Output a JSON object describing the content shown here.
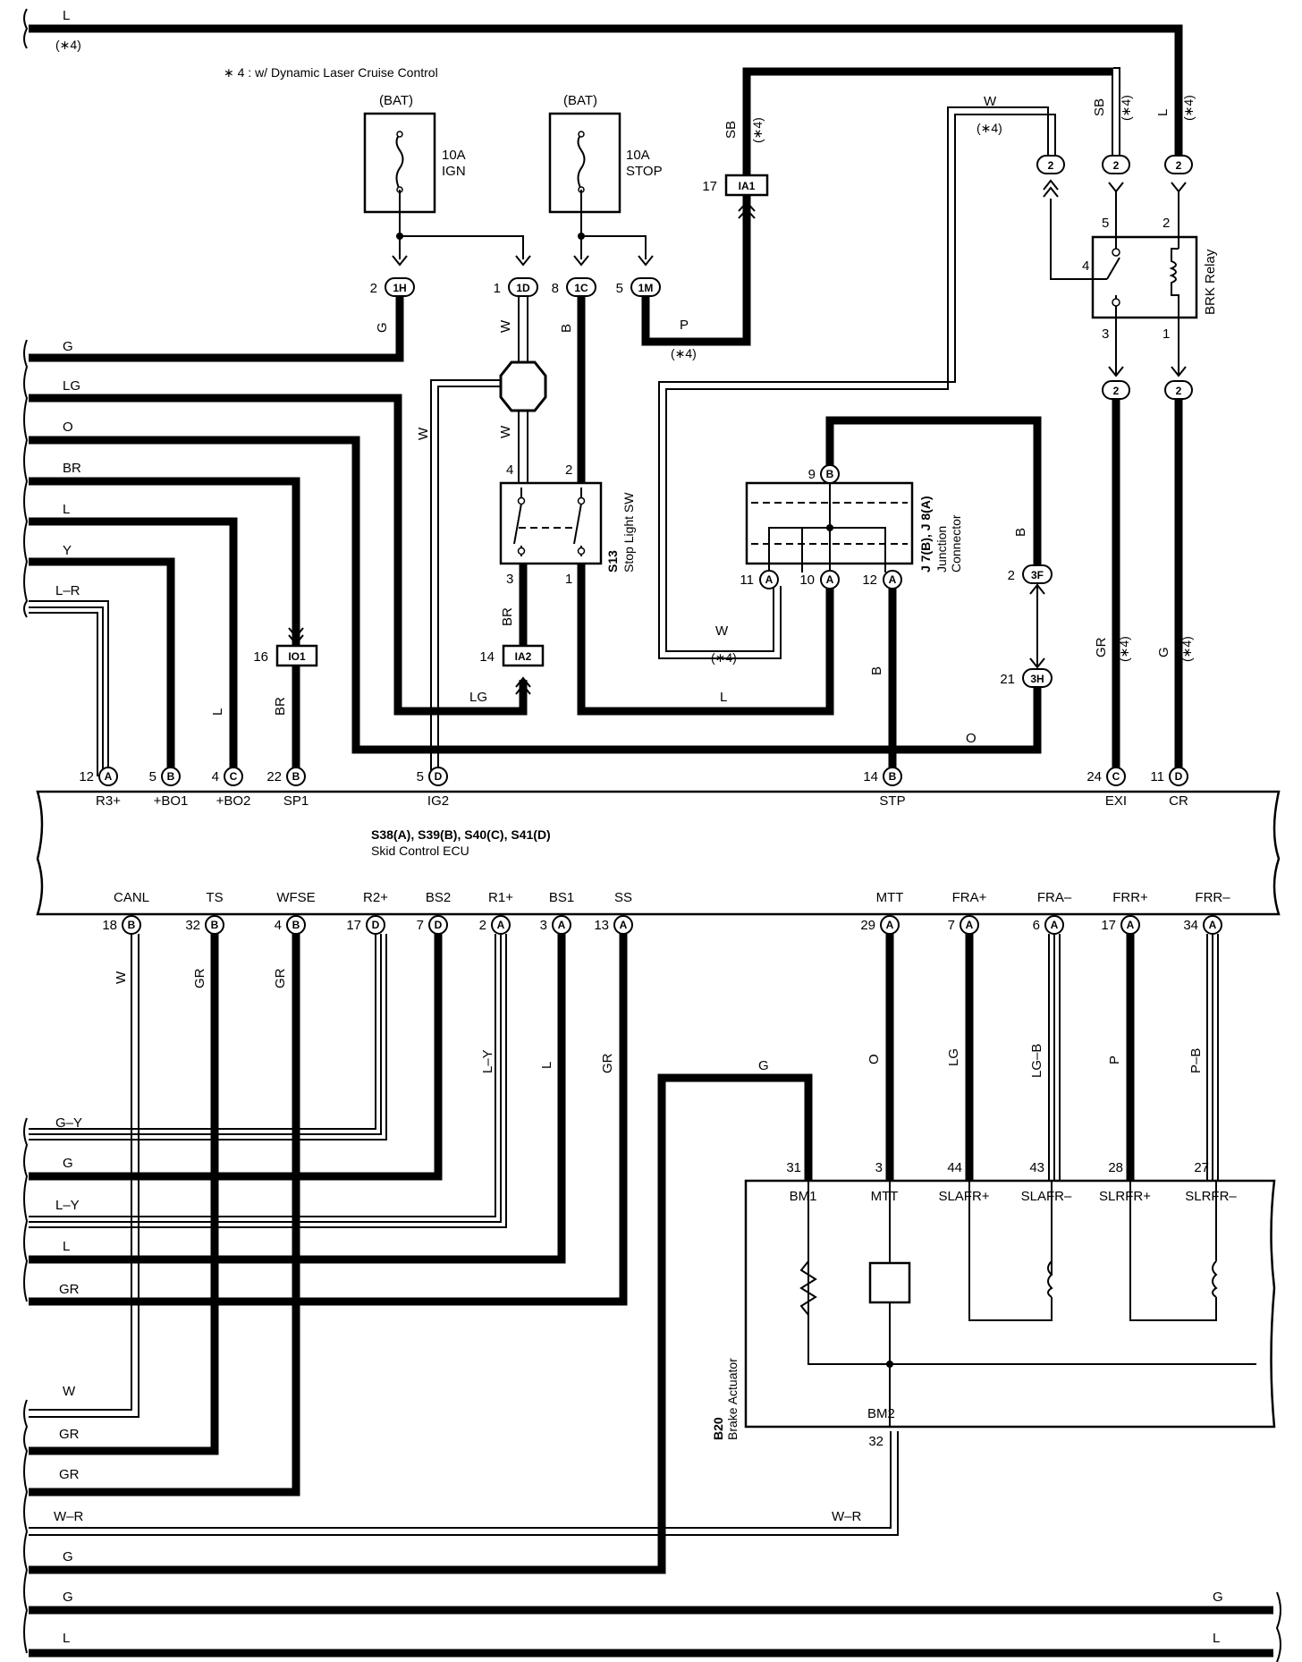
{
  "note": "∗ 4 : w/ Dynamic Laser Cruise Control",
  "note_ref": "(∗4)",
  "fuses": [
    {
      "supply": "(BAT)",
      "rating": "10A",
      "name": "IGN"
    },
    {
      "supply": "(BAT)",
      "rating": "10A",
      "name": "STOP"
    }
  ],
  "relay": {
    "name": "BRK Relay"
  },
  "stop_sw": {
    "code": "S13",
    "name": "Stop Light SW"
  },
  "junction": {
    "code": "J 7(B), J 8(A)",
    "name1": "Junction",
    "name2": "Connector"
  },
  "ecu": {
    "code": "S38(A), S39(B), S40(C), S41(D)",
    "name": "Skid Control ECU"
  },
  "actuator": {
    "code": "B20",
    "name": "Brake Actuator"
  },
  "ecu_top_terms": [
    {
      "pin": "12",
      "conn": "A",
      "name": "R3+"
    },
    {
      "pin": "5",
      "conn": "B",
      "name": "+BO1"
    },
    {
      "pin": "4",
      "conn": "C",
      "name": "+BO2"
    },
    {
      "pin": "22",
      "conn": "B",
      "name": "SP1"
    },
    {
      "pin": "5",
      "conn": "D",
      "name": "IG2"
    },
    {
      "pin": "14",
      "conn": "B",
      "name": "STP"
    },
    {
      "pin": "24",
      "conn": "C",
      "name": "EXI"
    },
    {
      "pin": "11",
      "conn": "D",
      "name": "CR"
    }
  ],
  "ecu_bottom_terms": [
    {
      "pin": "18",
      "conn": "B",
      "name": "CANL"
    },
    {
      "pin": "32",
      "conn": "B",
      "name": "TS"
    },
    {
      "pin": "4",
      "conn": "B",
      "name": "WFSE"
    },
    {
      "pin": "17",
      "conn": "D",
      "name": "R2+"
    },
    {
      "pin": "7",
      "conn": "D",
      "name": "BS2"
    },
    {
      "pin": "2",
      "conn": "A",
      "name": "R1+"
    },
    {
      "pin": "3",
      "conn": "A",
      "name": "BS1"
    },
    {
      "pin": "13",
      "conn": "A",
      "name": "SS"
    },
    {
      "pin": "29",
      "conn": "A",
      "name": "MTT"
    },
    {
      "pin": "7",
      "conn": "A",
      "name": "FRA+"
    },
    {
      "pin": "6",
      "conn": "A",
      "name": "FRA–"
    },
    {
      "pin": "17",
      "conn": "A",
      "name": "FRR+"
    },
    {
      "pin": "34",
      "conn": "A",
      "name": "FRR–"
    }
  ],
  "actuator_terms": [
    {
      "pin": "31",
      "name": "BM1"
    },
    {
      "pin": "3",
      "name": "MTT"
    },
    {
      "pin": "44",
      "name": "SLAFR+"
    },
    {
      "pin": "43",
      "name": "SLAFR–"
    },
    {
      "pin": "28",
      "name": "SLRFR+"
    },
    {
      "pin": "27",
      "name": "SLRFR–"
    },
    {
      "pin": "32",
      "name": "BM2"
    }
  ],
  "connectors": {
    "c1H": "1H",
    "c1D": "1D",
    "c1C": "1C",
    "c1M": "1M",
    "IA1": "IA1",
    "IA2": "IA2",
    "IO1": "IO1",
    "c3F": "3F",
    "c3H": "3H",
    "c2": "2"
  },
  "pins": {
    "p2": "2",
    "p1": "1",
    "p8": "8",
    "p5": "5",
    "p17": "17",
    "p16": "16",
    "p14": "14",
    "p4": "4",
    "p3": "3",
    "p9": "9",
    "p11": "11",
    "p10": "10",
    "p12": "12",
    "p21": "21",
    "pB": "B",
    "pA": "A"
  },
  "left_wires_top": [
    "L",
    "G",
    "LG",
    "O",
    "BR",
    "L",
    "Y",
    "L–R"
  ],
  "left_wires_bottom": [
    "G–Y",
    "G",
    "L–Y",
    "L",
    "GR",
    "W",
    "GR",
    "GR",
    "W–R",
    "G",
    "G",
    "L"
  ],
  "right_wires_bottom": [
    "G",
    "L"
  ],
  "wire_colors": {
    "G": "G",
    "W": "W",
    "B": "B",
    "P": "P",
    "SB": "SB",
    "L": "L",
    "LG": "LG",
    "BR": "BR",
    "O": "O",
    "GR": "GR",
    "LY": "L–Y",
    "LGB": "LG–B",
    "PB": "P–B",
    "WR": "W–R"
  }
}
